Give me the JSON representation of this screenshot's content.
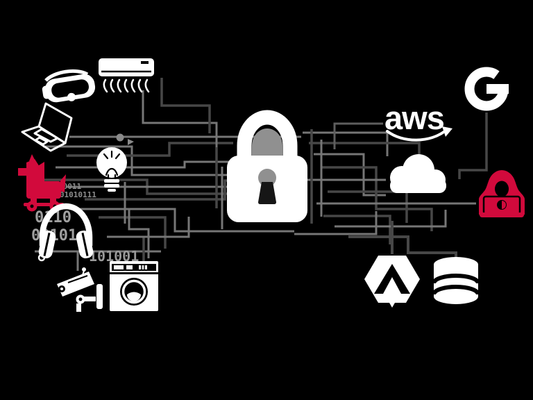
{
  "illustration": {
    "background": "#000000",
    "logos": {
      "aws": "aws",
      "google": "G"
    },
    "binary": [
      "10011",
      "00101010111",
      "111",
      "0110",
      "00101",
      "101001"
    ],
    "icons": [
      "vr-headset",
      "air-conditioner",
      "laptop",
      "trojan-horse",
      "light-bulb",
      "headphones",
      "cctv-camera",
      "washing-machine",
      "padlock",
      "aws-logo",
      "google-logo",
      "cloud",
      "hacker",
      "google-drive-hexagon",
      "database"
    ],
    "colors": {
      "device_white": "#ffffff",
      "threat_red": "#d20a3c",
      "trace_light": "#767676",
      "trace_dark": "#474747",
      "binary_gray": "#9a9a9a",
      "lock_inner_gray": "#909090"
    }
  }
}
